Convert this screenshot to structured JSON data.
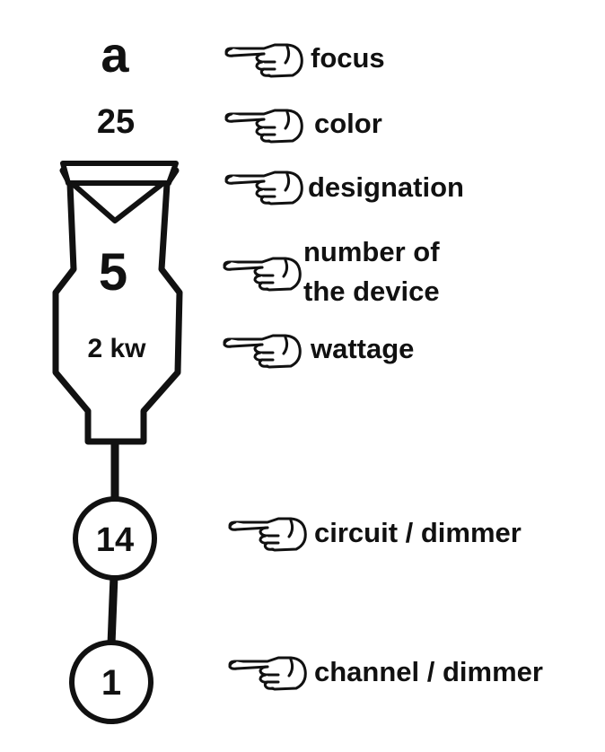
{
  "fixture": {
    "focus": "a",
    "color": "25",
    "number": "5",
    "wattage": "2 kw",
    "circuit": "14",
    "channel": "1"
  },
  "labels": {
    "focus": "focus",
    "color": "color",
    "designation": "designation",
    "number_line1": "number of",
    "number_line2": "the device",
    "wattage": "wattage",
    "circuit": "circuit / dimmer",
    "channel": "channel / dimmer"
  },
  "icons": {
    "pointer": "pointing-hand-icon"
  }
}
